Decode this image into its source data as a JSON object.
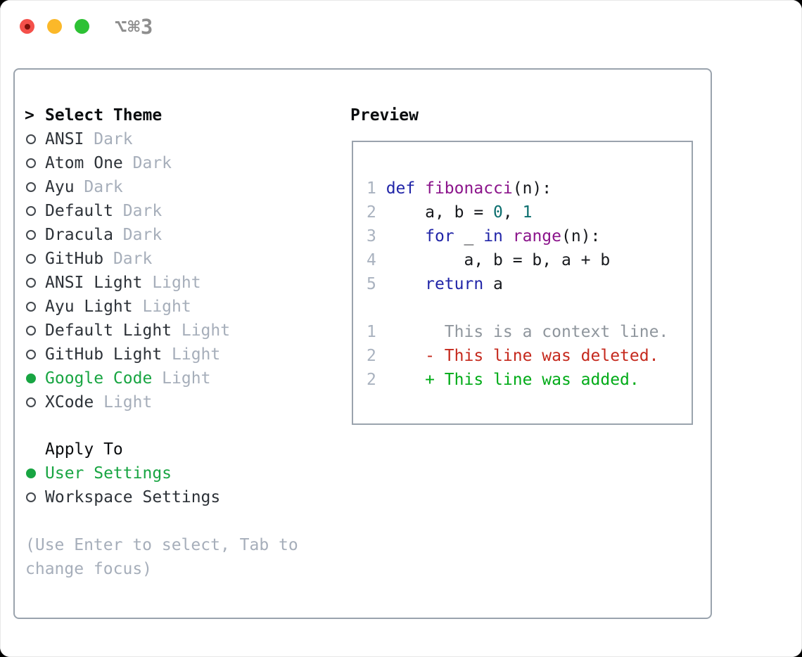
{
  "window": {
    "title": "⌥⌘3"
  },
  "theme_panel": {
    "header_prefix": ">",
    "header_label": "Select Theme",
    "items": [
      {
        "name": "ANSI",
        "variant": "Dark",
        "selected": false
      },
      {
        "name": "Atom One",
        "variant": "Dark",
        "selected": false
      },
      {
        "name": "Ayu",
        "variant": "Dark",
        "selected": false
      },
      {
        "name": "Default",
        "variant": "Dark",
        "selected": false
      },
      {
        "name": "Dracula",
        "variant": "Dark",
        "selected": false
      },
      {
        "name": "GitHub",
        "variant": "Dark",
        "selected": false
      },
      {
        "name": "ANSI Light",
        "variant": "Light",
        "selected": false
      },
      {
        "name": "Ayu Light",
        "variant": "Light",
        "selected": false
      },
      {
        "name": "Default Light",
        "variant": "Light",
        "selected": false
      },
      {
        "name": "GitHub Light",
        "variant": "Light",
        "selected": false
      },
      {
        "name": "Google Code",
        "variant": "Light",
        "selected": true
      },
      {
        "name": "XCode",
        "variant": "Light",
        "selected": false
      }
    ],
    "apply_to": {
      "label": "Apply To",
      "options": [
        {
          "name": "User Settings",
          "selected": true
        },
        {
          "name": "Workspace Settings",
          "selected": false
        }
      ]
    },
    "hint_lines": [
      "(Use Enter to select, Tab to",
      "change focus)"
    ]
  },
  "preview": {
    "label": "Preview",
    "code_lines": [
      {
        "tokens": [
          {
            "t": "1 ",
            "c": "num"
          },
          {
            "t": "def",
            "c": "kwd"
          },
          {
            "t": " ",
            "c": "pln"
          },
          {
            "t": "fibonacci",
            "c": "typ"
          },
          {
            "t": "(n):",
            "c": "pln"
          }
        ]
      },
      {
        "tokens": [
          {
            "t": "2",
            "c": "num"
          },
          {
            "t": "     a, b = ",
            "c": "pln"
          },
          {
            "t": "0",
            "c": "lit"
          },
          {
            "t": ", ",
            "c": "pln"
          },
          {
            "t": "1",
            "c": "lit"
          }
        ]
      },
      {
        "tokens": [
          {
            "t": "3",
            "c": "num"
          },
          {
            "t": "     ",
            "c": "pln"
          },
          {
            "t": "for",
            "c": "kwd"
          },
          {
            "t": " _ ",
            "c": "pln"
          },
          {
            "t": "in",
            "c": "kwd"
          },
          {
            "t": " ",
            "c": "pln"
          },
          {
            "t": "range",
            "c": "typ"
          },
          {
            "t": "(n):",
            "c": "pln"
          }
        ]
      },
      {
        "tokens": [
          {
            "t": "4",
            "c": "num"
          },
          {
            "t": "         a, b = b, a + b",
            "c": "pln"
          }
        ]
      },
      {
        "tokens": [
          {
            "t": "5",
            "c": "num"
          },
          {
            "t": "     ",
            "c": "pln"
          },
          {
            "t": "return",
            "c": "kwd"
          },
          {
            "t": " a",
            "c": "pln"
          }
        ]
      },
      {
        "tokens": []
      },
      {
        "tokens": [
          {
            "t": "1",
            "c": "num"
          },
          {
            "t": "       This is a context line.",
            "c": "ctx"
          }
        ]
      },
      {
        "tokens": [
          {
            "t": "2",
            "c": "num"
          },
          {
            "t": "     - This line was deleted.",
            "c": "del"
          }
        ]
      },
      {
        "tokens": [
          {
            "t": "2",
            "c": "num"
          },
          {
            "t": "     + This line was added.",
            "c": "add"
          }
        ]
      }
    ]
  },
  "colors": {
    "frame_border": "#9aa3ad",
    "accent_green": "#18a542",
    "item_name": "#2d3238",
    "variant_gray": "#a6aeba",
    "hint_gray": "#a6aeba",
    "header_black": "#0b0d0f",
    "radio_ring": "#43484e",
    "line_number_gray": "#a9b2bf",
    "keyword_blue": "#2125a8",
    "function_purple": "#8b148b",
    "literal_teal": "#0b6e6e",
    "plain_black": "#17191d",
    "context_gray": "#8f969d",
    "deleted_red": "#c5291d",
    "added_green": "#00ab17",
    "title_gray": "#8e8e8e",
    "traffic_red": "#f4504a",
    "traffic_red_dot": "#7d100a",
    "traffic_yellow": "#fbb829",
    "traffic_green": "#2dc134"
  }
}
